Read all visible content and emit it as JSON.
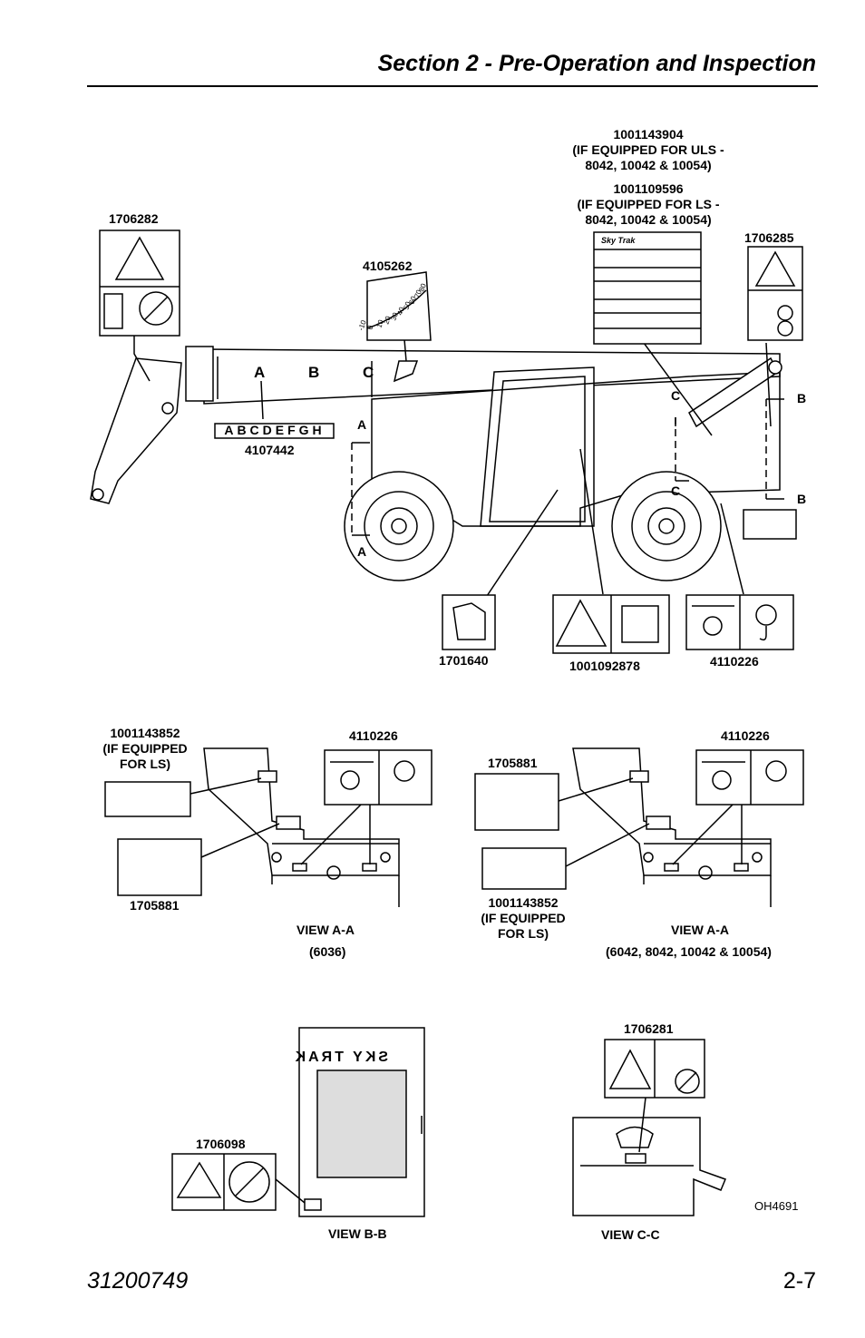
{
  "header": {
    "title": "Section 2 - Pre-Operation and Inspection"
  },
  "footer": {
    "doc_number": "31200749",
    "page": "2-7"
  },
  "decals": {
    "d1706282": "1706282",
    "d4105262": "4105262",
    "d1001143904": [
      "1001143904",
      "(IF EQUIPPED FOR ULS -",
      "8042, 10042 & 10054)"
    ],
    "d1001109596": [
      "1001109596",
      "(IF EQUIPPED FOR LS -",
      "8042, 10042 & 10054)"
    ],
    "d1706285": "1706285",
    "d4107442": "4107442",
    "d1701640": "1701640",
    "d1001092878": "1001092878",
    "d4110226": "4110226",
    "d1706098": "1706098",
    "d1706281": "1706281",
    "d1705881": "1705881",
    "d1001143852": [
      "1001143852",
      "(IF EQUIPPED",
      "FOR LS)"
    ]
  },
  "boom_letters": [
    "A",
    "B",
    "C"
  ],
  "boom_strip": "ABCDEFGH",
  "gauge_ticks": [
    "-10",
    "0",
    "10",
    "20",
    "30",
    "40",
    "50",
    "60",
    "70",
    "80"
  ],
  "section_marks": {
    "a": "A",
    "b": "B",
    "c": "C"
  },
  "views": {
    "aa_6036": {
      "title": "VIEW A-A",
      "sub": "(6036)"
    },
    "aa_other": {
      "title": "VIEW A-A",
      "sub": "(6042, 8042, 10042 & 10054)"
    },
    "bb": {
      "title": "VIEW B-B"
    },
    "cc": {
      "title": "VIEW C-C"
    }
  },
  "figure_id": "OH4691",
  "panel_text": "SKY TRAK",
  "chart_logo": "Sky Trak"
}
